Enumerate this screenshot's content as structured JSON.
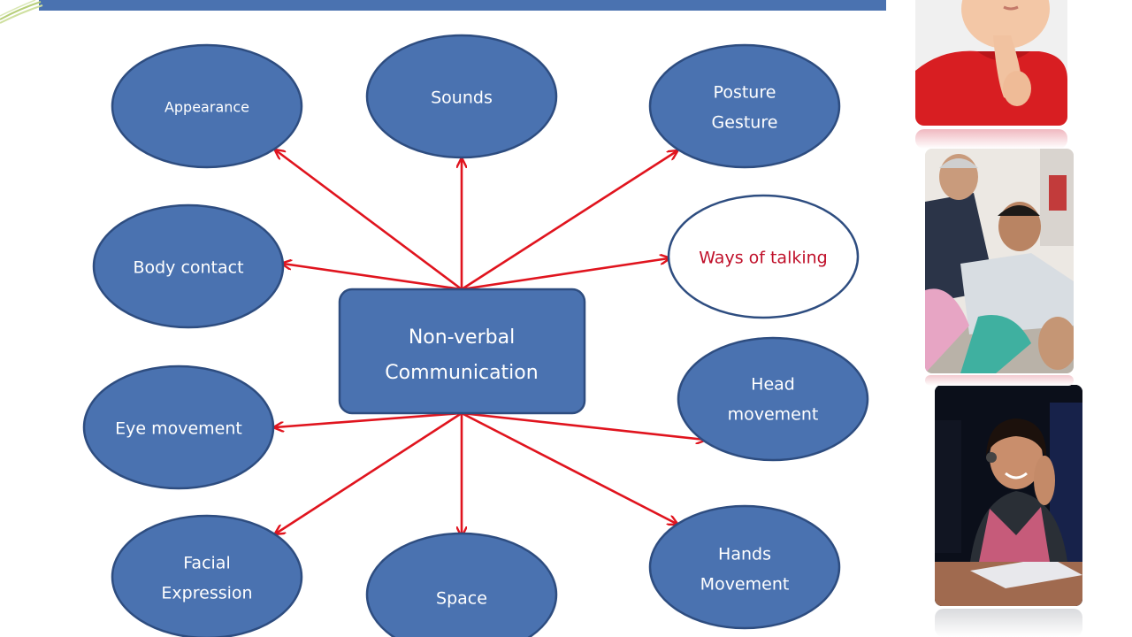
{
  "diagram": {
    "center": {
      "line1": "Non-verbal",
      "line2": "Communication"
    },
    "nodes": {
      "appearance": [
        "Appearance"
      ],
      "sounds": [
        "Sounds"
      ],
      "posture": [
        "Posture",
        "Gesture"
      ],
      "body_contact": [
        "Body contact"
      ],
      "ways_of_talking": [
        "Ways of talking"
      ],
      "eye_movement": [
        "Eye movement"
      ],
      "head_movement": [
        "Head",
        "movement"
      ],
      "facial_expression": [
        "Facial",
        "Expression"
      ],
      "space": [
        "Space"
      ],
      "hands_movement": [
        "Hands",
        "Movement"
      ]
    }
  },
  "colors": {
    "node_fill": "#4a72b0",
    "node_stroke": "#2e4d80",
    "arrow": "#e0141e",
    "highlight_text": "#c0102a"
  }
}
